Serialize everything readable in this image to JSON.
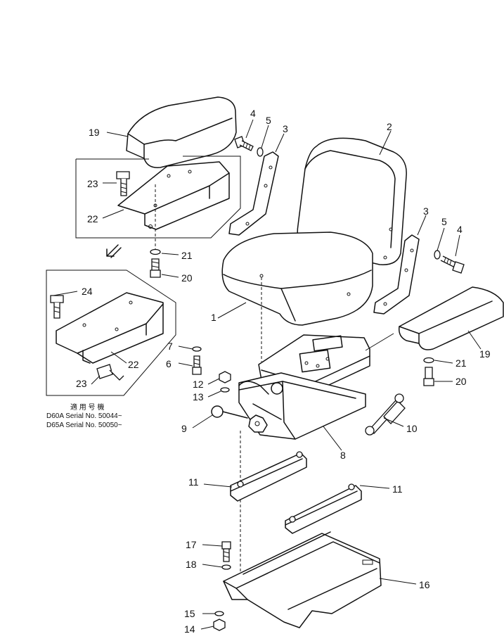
{
  "part_labels": {
    "p1": "1",
    "p2": "2",
    "p3a": "3",
    "p3b": "3",
    "p4a": "4",
    "p4b": "4",
    "p5a": "5",
    "p5b": "5",
    "p6": "6",
    "p7": "7",
    "p8": "8",
    "p9": "9",
    "p10": "10",
    "p11a": "11",
    "p11b": "11",
    "p12": "12",
    "p13": "13",
    "p14": "14",
    "p15": "15",
    "p16": "16",
    "p17": "17",
    "p18": "18",
    "p19a": "19",
    "p19b": "19",
    "p20a": "20",
    "p20b": "20",
    "p21a": "21",
    "p21b": "21",
    "p22a": "22",
    "p22b": "22",
    "p23a": "23",
    "p23b": "23",
    "p24": "24"
  },
  "serial_note": {
    "heading": "適 用 号 機",
    "line1": "D60A Serial No. 50044~",
    "line2": "D65A Serial No. 50050~"
  }
}
